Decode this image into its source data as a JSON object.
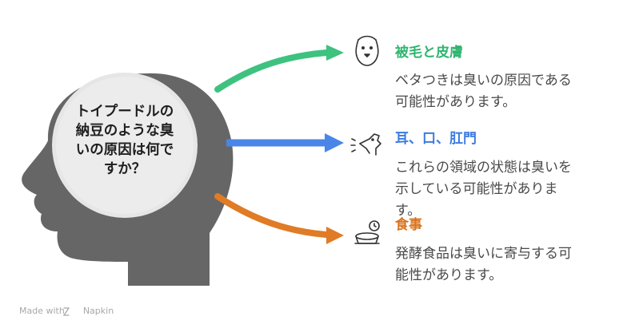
{
  "center": {
    "question": "トイプードルの\n納豆のような臭\nいの原因は何で\nすか？"
  },
  "branches": [
    {
      "title": "被毛と皮膚",
      "description": "ベタつきは臭いの原因である\n可能性があります。",
      "color": "#3ec27f",
      "icon": "dog-face-icon"
    },
    {
      "title": "耳、口、肛門",
      "description": "これらの領域の状態は臭いを\n示している可能性がありま\nす。",
      "color": "#4a86e8",
      "icon": "dog-barking-icon"
    },
    {
      "title": "食事",
      "description": "発酵食品は臭いに寄与する可\n能性があります。",
      "color": "#e07b26",
      "icon": "pet-food-bowl-icon"
    }
  ],
  "watermark": {
    "made_with": "Made with",
    "brand": "Napkin",
    "icon": "napkin-logo-icon"
  }
}
